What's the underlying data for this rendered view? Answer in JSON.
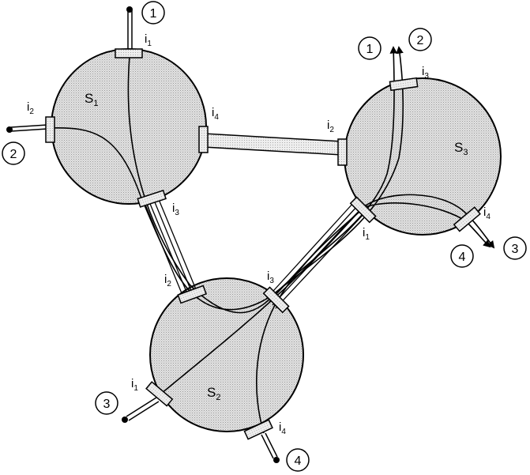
{
  "switches": [
    {
      "id": "s1",
      "name": "S",
      "sub": "1"
    },
    {
      "id": "s2",
      "name": "S",
      "sub": "2"
    },
    {
      "id": "s3",
      "name": "S",
      "sub": "3"
    }
  ],
  "ports": [
    {
      "id": "s1-i1",
      "name": "i",
      "sub": "1"
    },
    {
      "id": "s1-i2",
      "name": "i",
      "sub": "2"
    },
    {
      "id": "s1-i3",
      "name": "i",
      "sub": "3"
    },
    {
      "id": "s1-i4",
      "name": "i",
      "sub": "4"
    },
    {
      "id": "s2-i1",
      "name": "i",
      "sub": "1"
    },
    {
      "id": "s2-i2",
      "name": "i",
      "sub": "2"
    },
    {
      "id": "s2-i3",
      "name": "i",
      "sub": "3"
    },
    {
      "id": "s2-i4",
      "name": "i",
      "sub": "4"
    },
    {
      "id": "s3-i1",
      "name": "i",
      "sub": "1"
    },
    {
      "id": "s3-i2",
      "name": "i",
      "sub": "2"
    },
    {
      "id": "s3-i3",
      "name": "i",
      "sub": "3"
    },
    {
      "id": "s3-i4",
      "name": "i",
      "sub": "4"
    }
  ],
  "badges": [
    {
      "id": "b-in-1",
      "text": "1"
    },
    {
      "id": "b-in-2",
      "text": "2"
    },
    {
      "id": "b-in-3",
      "text": "3"
    },
    {
      "id": "b-in-4",
      "text": "4"
    },
    {
      "id": "b-out-1",
      "text": "1"
    },
    {
      "id": "b-out-2",
      "text": "2"
    },
    {
      "id": "b-out-3",
      "text": "3"
    },
    {
      "id": "b-out-4",
      "text": "4"
    }
  ],
  "colors": {
    "ink": "#000000",
    "switch_fill": "#d9d9d9",
    "background": "#ffffff"
  }
}
